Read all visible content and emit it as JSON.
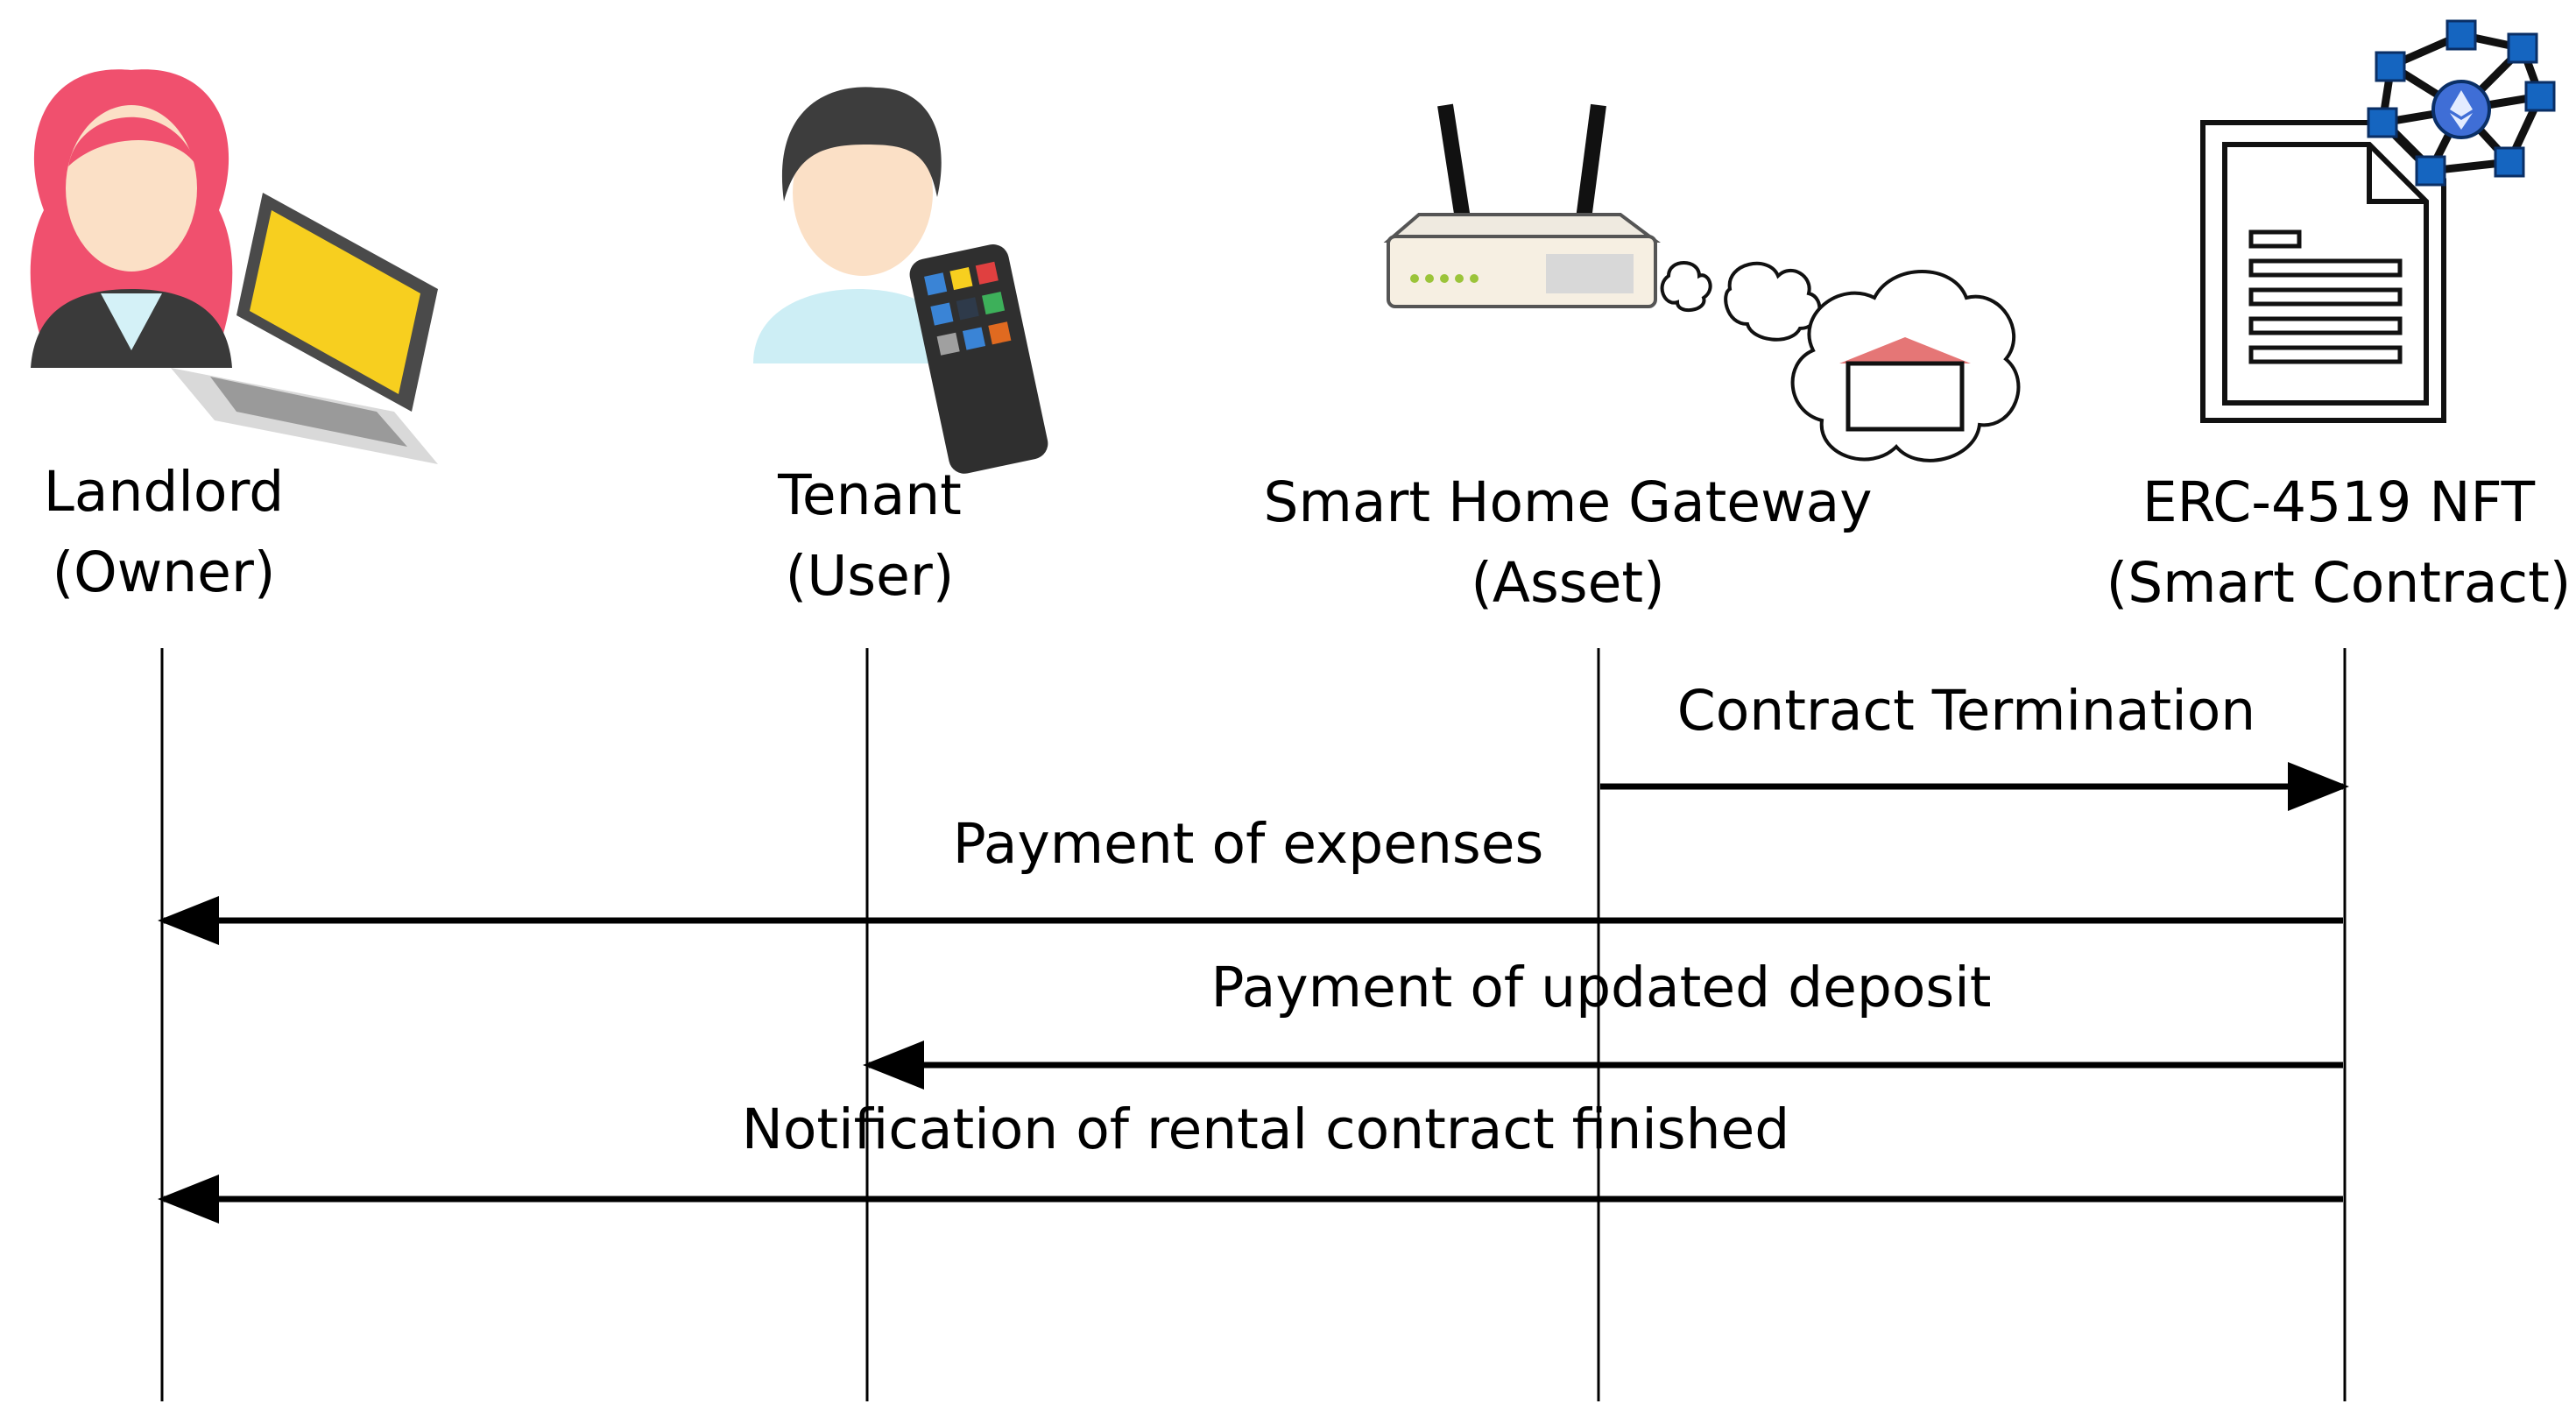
{
  "actors": [
    {
      "id": "landlord",
      "line1": "Landlord",
      "line2": "(Owner)"
    },
    {
      "id": "tenant",
      "line1": "Tenant",
      "line2": "(User)"
    },
    {
      "id": "gateway",
      "line1": "Smart Home Gateway",
      "line2": "(Asset)"
    },
    {
      "id": "nft",
      "line1": "ERC-4519 NFT",
      "line2": "(Smart Contract)"
    }
  ],
  "messages": [
    {
      "from": "gateway",
      "to": "nft",
      "label": "Contract Termination"
    },
    {
      "from": "nft",
      "to": "landlord",
      "label": "Payment of expenses"
    },
    {
      "from": "nft",
      "to": "tenant",
      "label": "Payment of updated deposit"
    },
    {
      "from": "nft",
      "to": "landlord",
      "label": "Notification of rental contract finished"
    }
  ],
  "icons": {
    "landlord": "woman-with-laptop-icon",
    "tenant": "man-with-tablet-icon",
    "gateway": "router-with-smart-home-cloud-icon",
    "nft": "document-with-ethereum-network-icon"
  },
  "colors": {
    "line": "#000000",
    "hair": "#f0506e",
    "skin": "#fbe0c6",
    "laptop_screen": "#f7cf1f",
    "ethereum_blue": "#1565c0"
  }
}
